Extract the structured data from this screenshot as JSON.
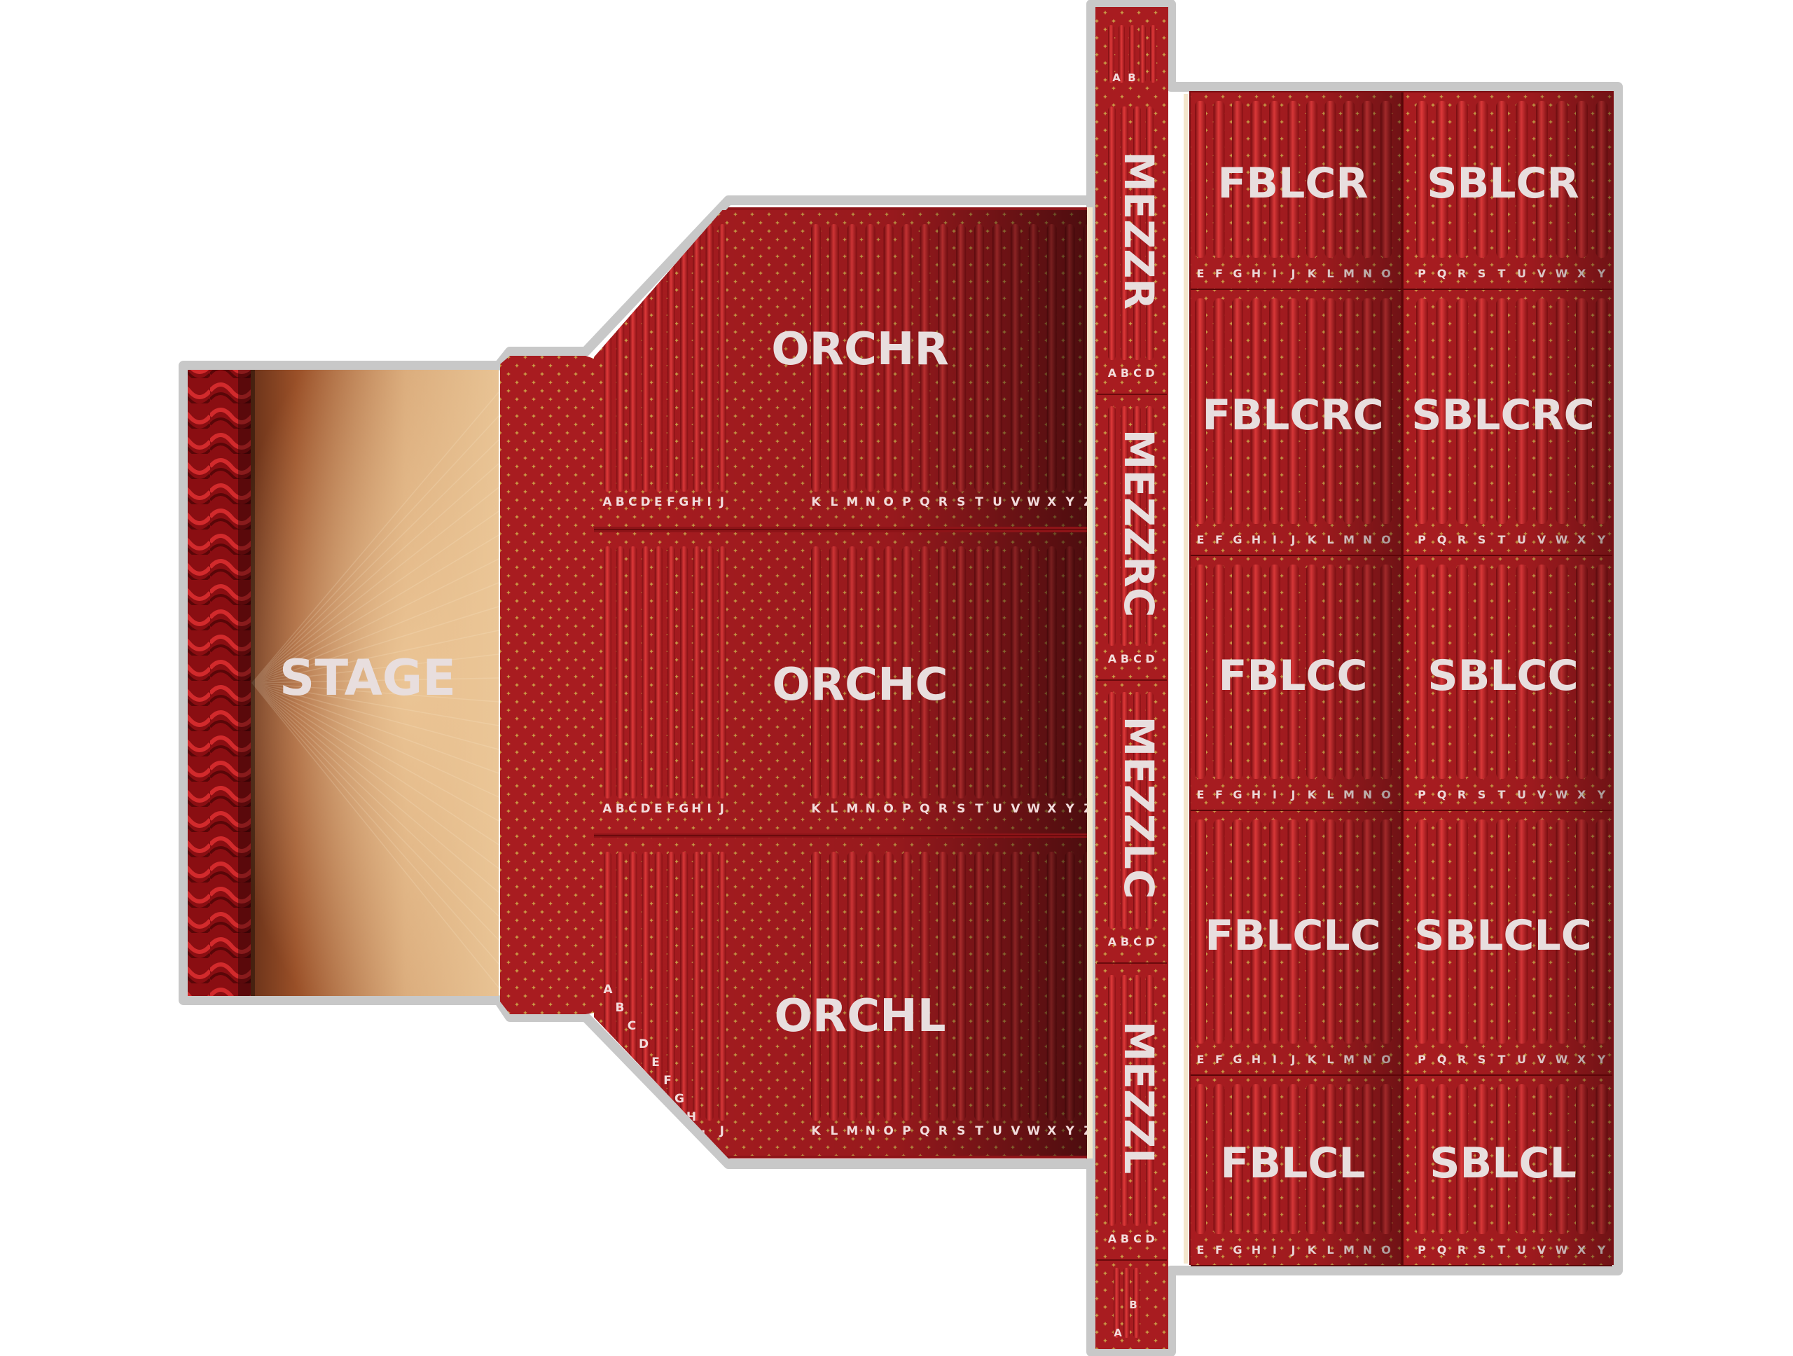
{
  "stage": {
    "label": "STAGE"
  },
  "colors": {
    "outline": "#c8c8c8",
    "section_dark": "#3a0608",
    "section_red": "#b41f22",
    "seat_red": "#d8302f",
    "stage_light": "#e2b98a",
    "stage_dark": "#3a1208",
    "rail": "#f4e6cc",
    "fleck": "#c99a45"
  },
  "orchestra": {
    "sections": [
      {
        "name": "ORCHR",
        "rows": [
          "A",
          "B",
          "C",
          "D",
          "E",
          "F",
          "G",
          "H",
          "I",
          "J",
          "K",
          "L",
          "M",
          "N",
          "O",
          "P",
          "Q",
          "R",
          "S",
          "T",
          "U",
          "V",
          "W",
          "X",
          "Y",
          "Z"
        ]
      },
      {
        "name": "ORCHC",
        "rows": [
          "A",
          "B",
          "C",
          "D",
          "E",
          "F",
          "G",
          "H",
          "I",
          "J",
          "K",
          "L",
          "M",
          "N",
          "O",
          "P",
          "Q",
          "R",
          "S",
          "T",
          "U",
          "V",
          "W",
          "X",
          "Y",
          "Z"
        ]
      },
      {
        "name": "ORCHL",
        "rows": [
          "A",
          "B",
          "C",
          "D",
          "E",
          "F",
          "G",
          "H",
          "I",
          "J",
          "K",
          "L",
          "M",
          "N",
          "O",
          "P",
          "Q",
          "R",
          "S",
          "T",
          "U",
          "V",
          "W",
          "X",
          "Y",
          "Z"
        ]
      }
    ]
  },
  "mezzanine": {
    "sections": [
      {
        "name": "MEZZR",
        "rows": [
          "A",
          "B",
          "C",
          "D"
        ]
      },
      {
        "name": "MEZZRC",
        "rows": [
          "A",
          "B",
          "C",
          "D"
        ]
      },
      {
        "name": "MEZZLC",
        "rows": [
          "A",
          "B",
          "C",
          "D"
        ]
      },
      {
        "name": "MEZZL",
        "rows": [
          "A",
          "B",
          "C",
          "D"
        ]
      }
    ],
    "top_extension_rows": [
      "A",
      "B"
    ],
    "bottom_extension_rows": [
      "B",
      "A"
    ]
  },
  "balcony": {
    "front": [
      {
        "name": "FBLCR",
        "rows": [
          "E",
          "F",
          "G",
          "H",
          "I",
          "J",
          "K",
          "L",
          "M",
          "N",
          "O"
        ]
      },
      {
        "name": "FBLCRC",
        "rows": [
          "E",
          "F",
          "G",
          "H",
          "I",
          "J",
          "K",
          "L",
          "M",
          "N",
          "O"
        ]
      },
      {
        "name": "FBLCC",
        "rows": [
          "E",
          "F",
          "G",
          "H",
          "I",
          "J",
          "K",
          "L",
          "M",
          "N",
          "O"
        ]
      },
      {
        "name": "FBLCLC",
        "rows": [
          "E",
          "F",
          "G",
          "H",
          "I",
          "J",
          "K",
          "L",
          "M",
          "N",
          "O"
        ]
      },
      {
        "name": "FBLCL",
        "rows": [
          "E",
          "F",
          "G",
          "H",
          "I",
          "J",
          "K",
          "L",
          "M",
          "N",
          "O"
        ]
      }
    ],
    "side": [
      {
        "name": "SBLCR",
        "rows": [
          "P",
          "Q",
          "R",
          "S",
          "T",
          "U",
          "V",
          "W",
          "X",
          "Y"
        ]
      },
      {
        "name": "SBLCRC",
        "rows": [
          "P",
          "Q",
          "R",
          "S",
          "T",
          "U",
          "V",
          "W",
          "X",
          "Y"
        ]
      },
      {
        "name": "SBLCC",
        "rows": [
          "P",
          "Q",
          "R",
          "S",
          "T",
          "U",
          "V",
          "W",
          "X",
          "Y"
        ]
      },
      {
        "name": "SBLCLC",
        "rows": [
          "P",
          "Q",
          "R",
          "S",
          "T",
          "U",
          "V",
          "W",
          "X",
          "Y"
        ]
      },
      {
        "name": "SBLCL",
        "rows": [
          "P",
          "Q",
          "R",
          "S",
          "T",
          "U",
          "V",
          "W",
          "X",
          "Y"
        ]
      }
    ]
  }
}
